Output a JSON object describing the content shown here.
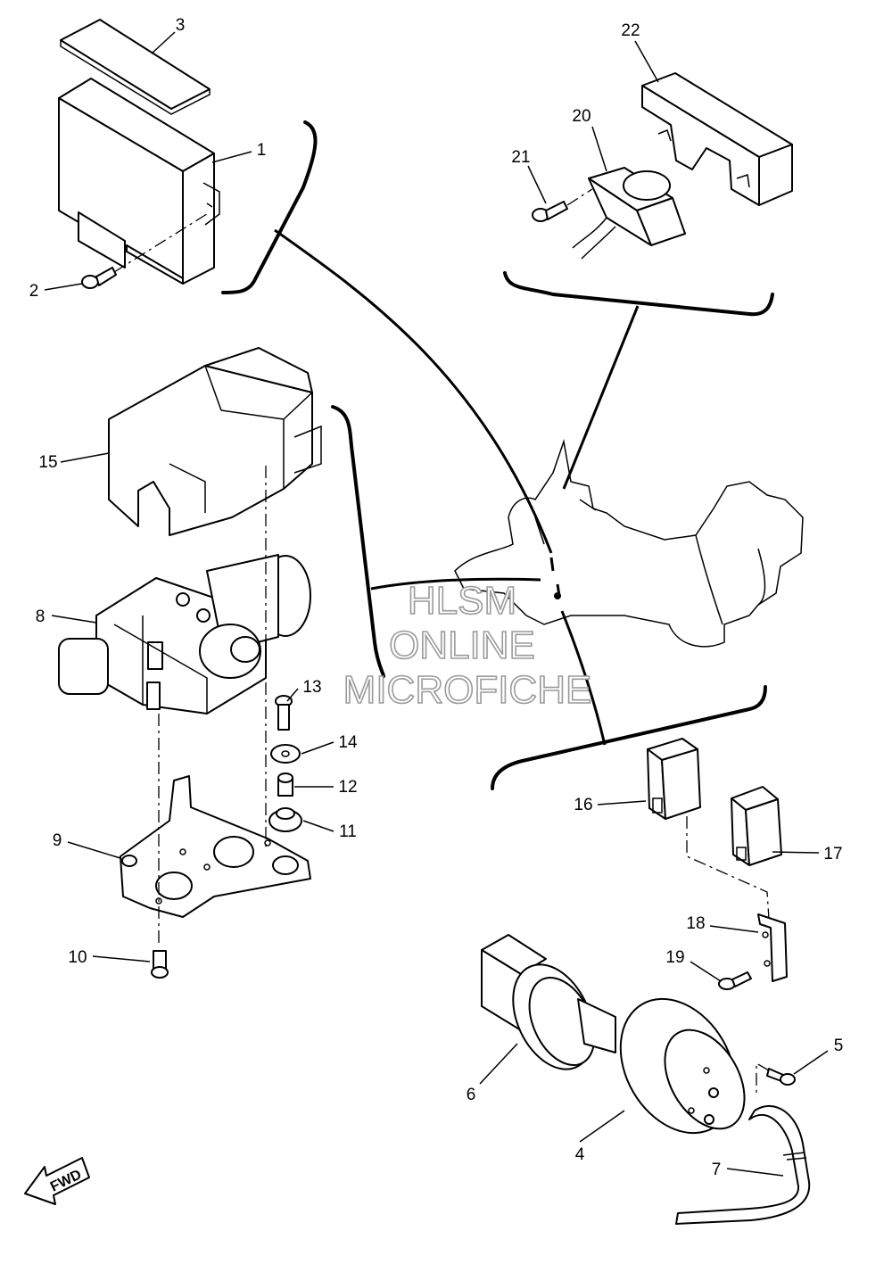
{
  "callouts": [
    "1",
    "2",
    "3",
    "4",
    "5",
    "6",
    "7",
    "8",
    "9",
    "10",
    "11",
    "12",
    "13",
    "14",
    "15",
    "16",
    "17",
    "18",
    "19",
    "20",
    "21",
    "22"
  ],
  "watermark": {
    "line1": "HLSM",
    "line2": "ONLINE",
    "line3": "MICROFICHE"
  },
  "direction_badge": "FWD"
}
